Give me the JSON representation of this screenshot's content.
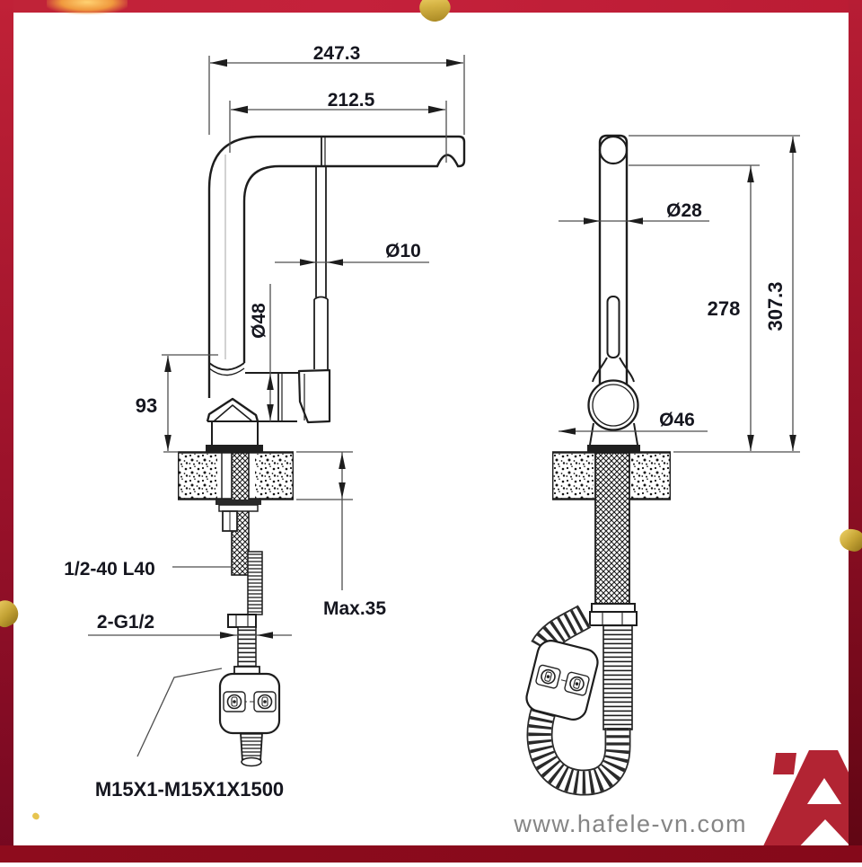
{
  "watermark": {
    "url_text": "www.hafele-vn.com"
  },
  "logo": {
    "letter": "A"
  },
  "diagram": {
    "title_hint": "kitchen mixer tap technical drawing, front and side views",
    "front_view": {
      "width_total": "247.3",
      "width_spout": "212.5",
      "hose_diameter": "Ø10",
      "spray_head_diameter": "Ø48",
      "body_height": "93",
      "shank_spec": "1/2-40 L40",
      "thread_spec": "2-G1/2",
      "counter_thickness": "Max.35",
      "hose_connection": "M15X1-M15X1X1500"
    },
    "side_view": {
      "spout_diameter": "Ø28",
      "height_under_spout": "278",
      "height_total": "307.3",
      "base_diameter": "Ø46"
    }
  }
}
